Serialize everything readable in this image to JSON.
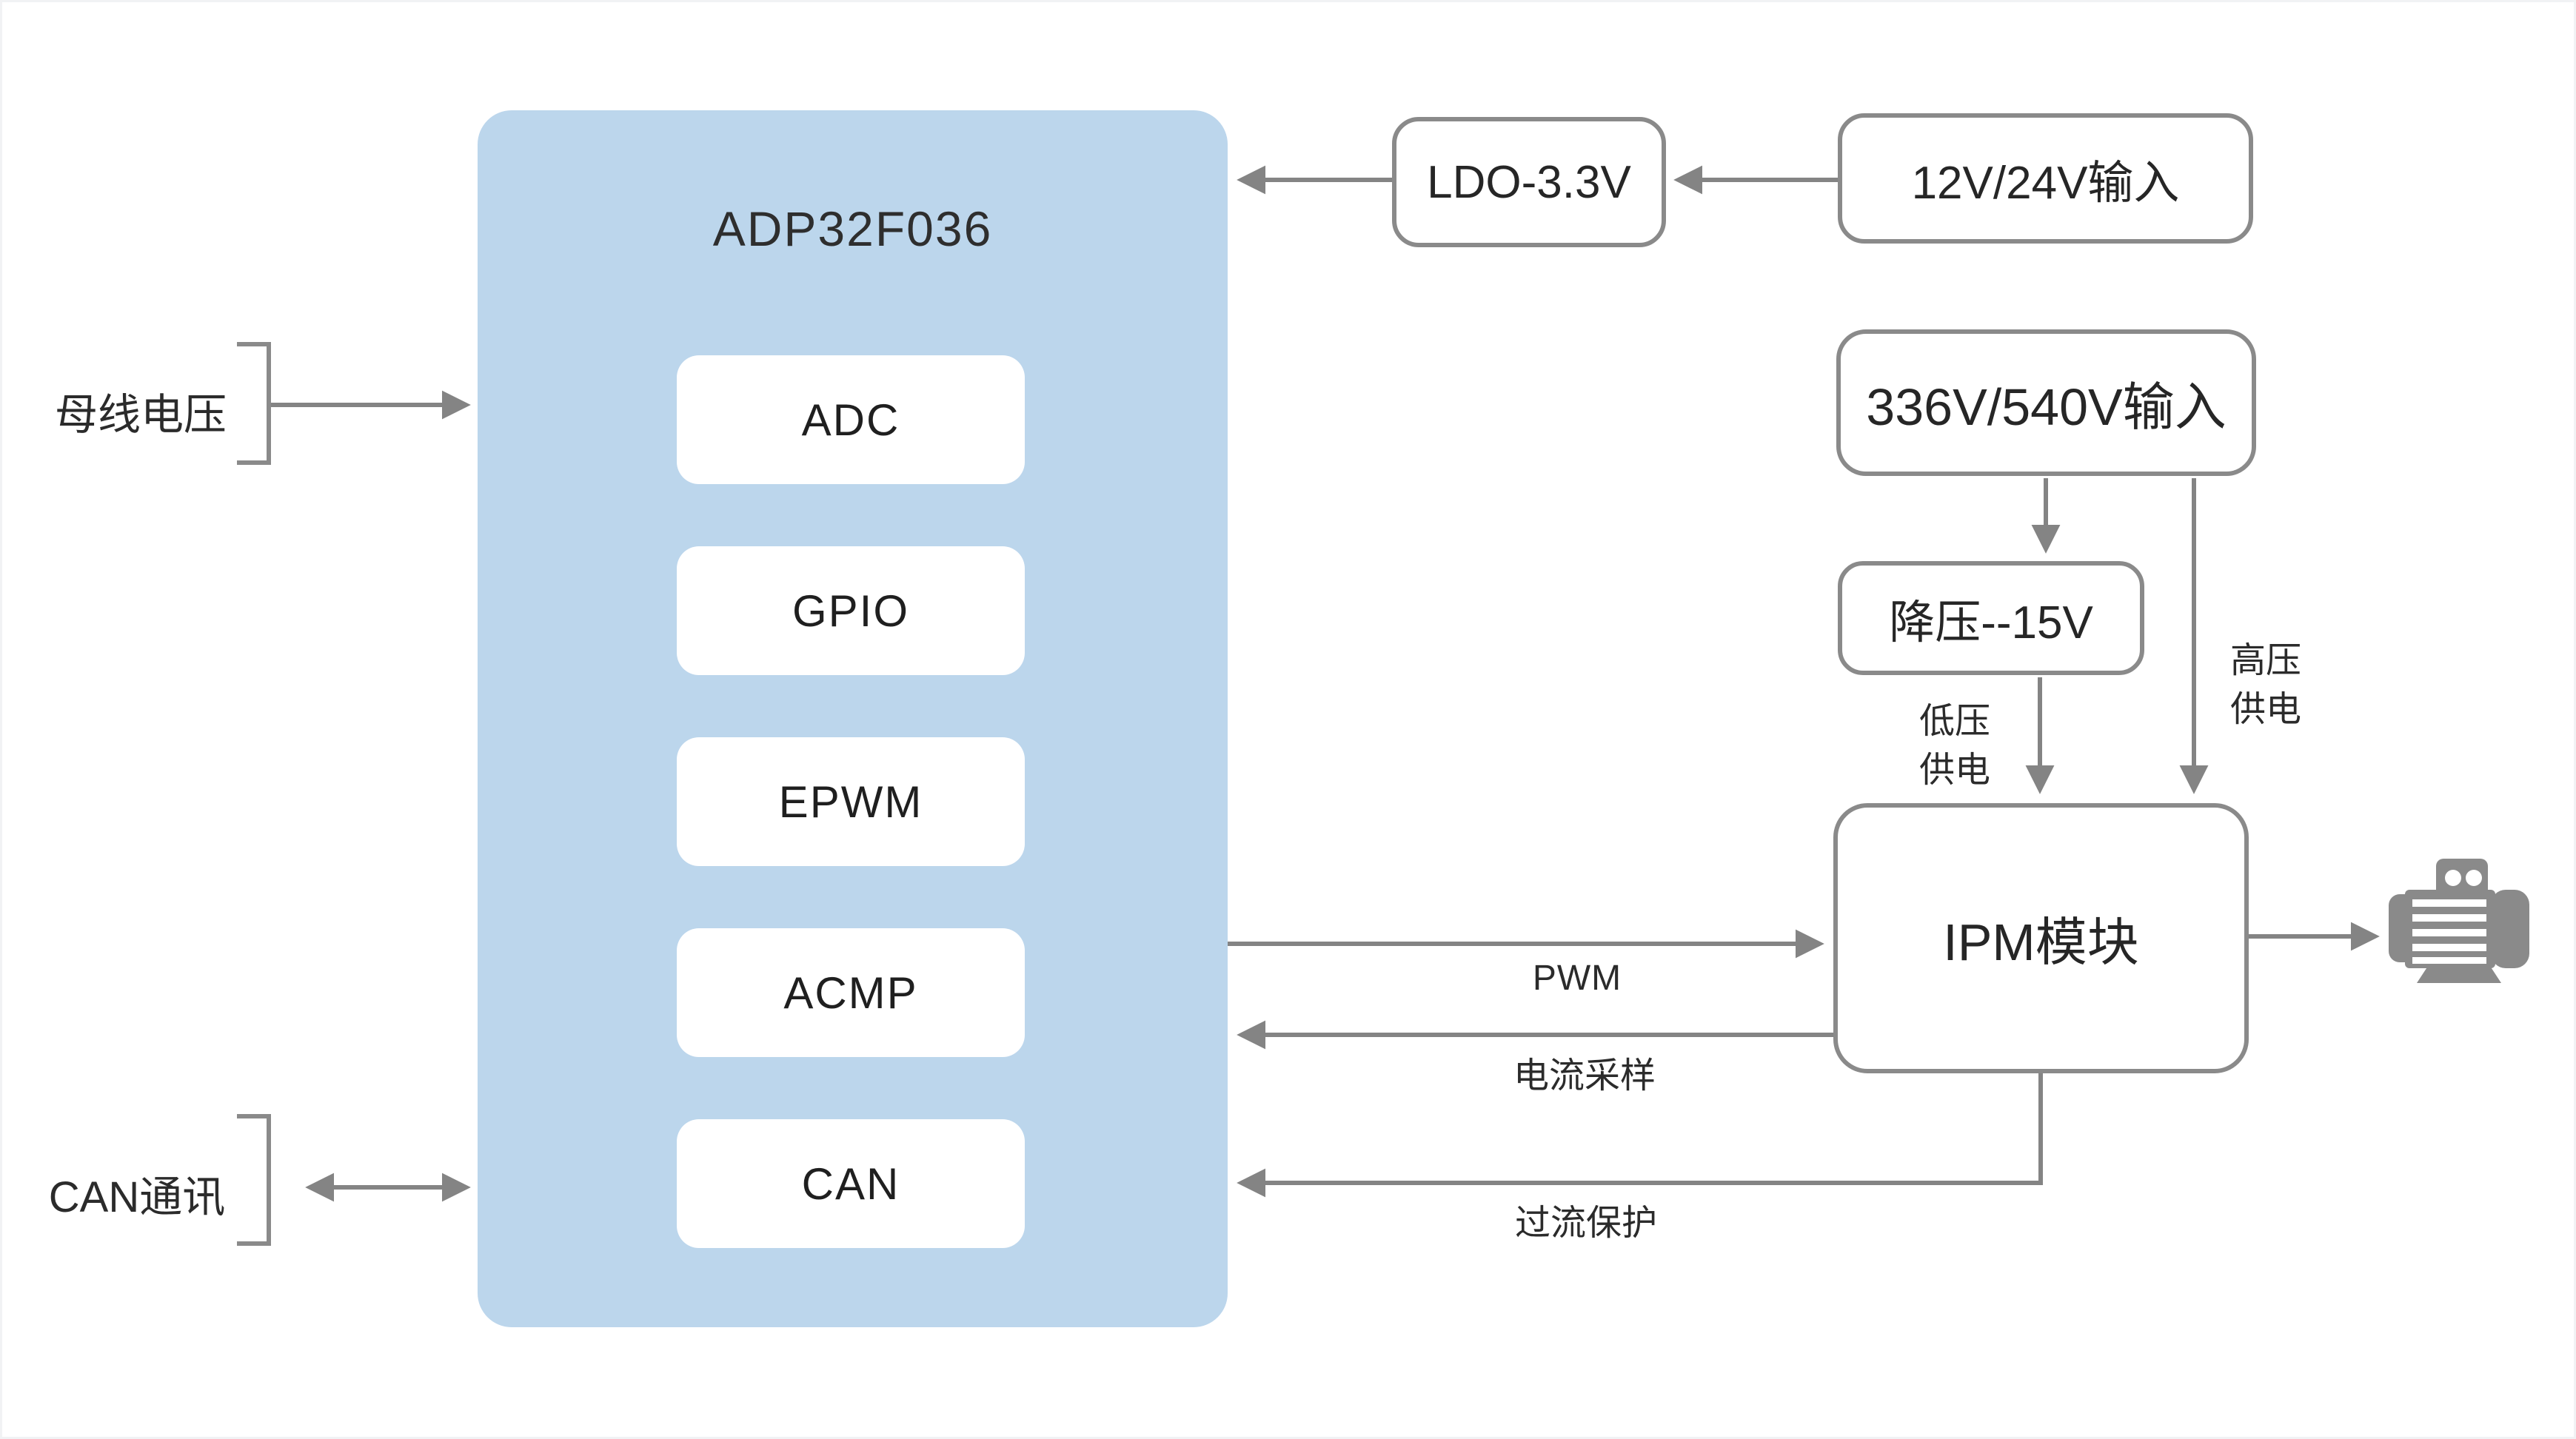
{
  "mcu": {
    "title": "ADP32F036",
    "peripherals": [
      "ADC",
      "GPIO",
      "EPWM",
      "ACMP",
      "CAN"
    ]
  },
  "power": {
    "ldo": "LDO-3.3V",
    "input_low_voltage": "12V/24V输入",
    "input_high_voltage": "336V/540V输入",
    "buck": "降压--15V"
  },
  "ipm": {
    "label": "IPM模块"
  },
  "io_labels": {
    "bus_voltage": "母线电压",
    "can_comm": "CAN通讯"
  },
  "edge_labels": {
    "pwm": "PWM",
    "current_sampling": "电流采样",
    "overcurrent_protection": "过流保护",
    "low_voltage_supply_line1": "低压",
    "low_voltage_supply_line2": "供电",
    "high_voltage_supply_line1": "高压",
    "high_voltage_supply_line2": "供电"
  },
  "icons": {
    "motor": "motor-icon"
  },
  "colors": {
    "mcu_fill": "#bcd6ec",
    "node_border": "#8a8a8a",
    "wire": "#848484",
    "text": "#262626",
    "motor": "#8a8a8a",
    "background": "#ffffff"
  }
}
